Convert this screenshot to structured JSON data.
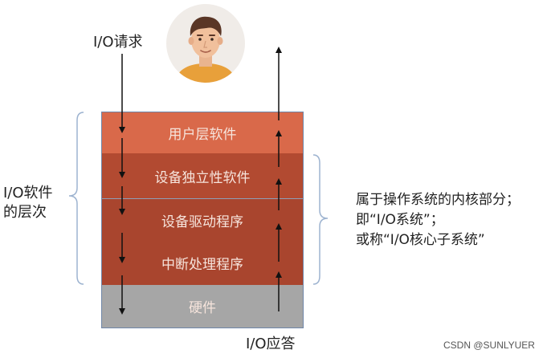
{
  "request_label": "I/O请求",
  "response_label": "I/O应答",
  "left_label": {
    "line1": "I/O软件",
    "line2": "的层次"
  },
  "layers": [
    {
      "label": "用户层软件",
      "color": "#d9694a"
    },
    {
      "label": "设备独立性软件",
      "color": "#b24a31"
    },
    {
      "label": "设备驱动程序",
      "color": "#a9452e"
    },
    {
      "label": "中断处理程序",
      "color": "#a9452e"
    },
    {
      "label": "硬件",
      "color": "#a6a6a6"
    }
  ],
  "right_note": {
    "line1": "属于操作系统的内核部分；",
    "line2": "即“I/O系统”；",
    "line3": "或称“I/O核心子系统”"
  },
  "watermark": "CSDN @SUNLYUER",
  "icons": {
    "user": "user-avatar-icon"
  }
}
